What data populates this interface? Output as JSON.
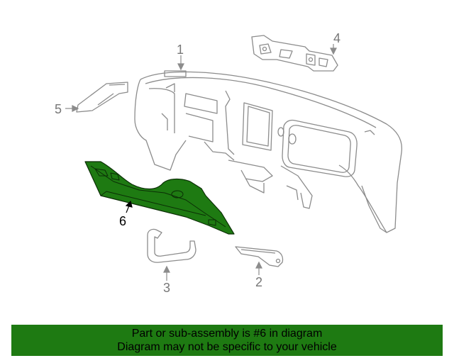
{
  "colors": {
    "line": "#8c8c8c",
    "callout_text": "#777777",
    "highlight_fill": "#1e7a12",
    "highlight_stroke": "#0b2e06",
    "banner_bg": "#1e7a12",
    "banner_text": "#000000"
  },
  "callouts": {
    "c1": "1",
    "c2": "2",
    "c3": "3",
    "c4": "4",
    "c5": "5",
    "c6": "6"
  },
  "banner": {
    "line1": "Part or sub-assembly is #6 in diagram",
    "line2": "Diagram may not be specific to your vehicle"
  }
}
